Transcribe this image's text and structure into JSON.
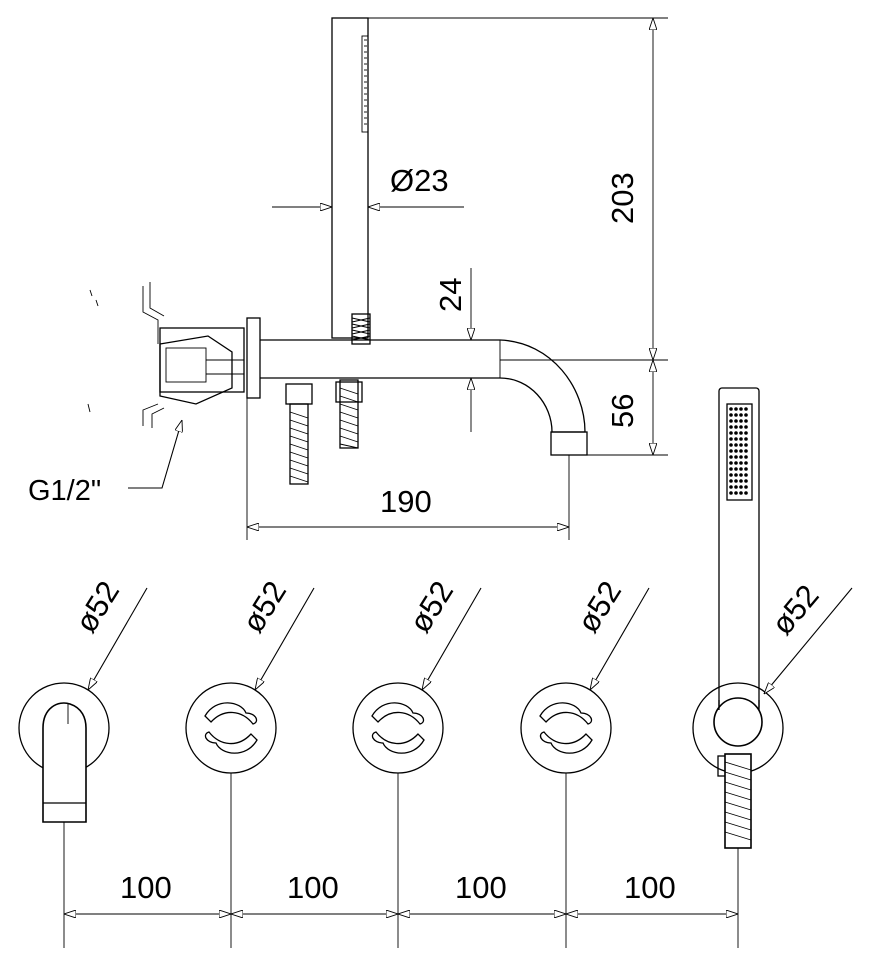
{
  "dimensions": {
    "diameter_23": "Ø23",
    "height_203": "203",
    "offset_24": "24",
    "height_56": "56",
    "length_190": "190",
    "thread": "G1/2\"",
    "diameter_52": "ø52",
    "spacing_100": "100"
  },
  "colors": {
    "line": "#000000",
    "background": "#ffffff"
  }
}
